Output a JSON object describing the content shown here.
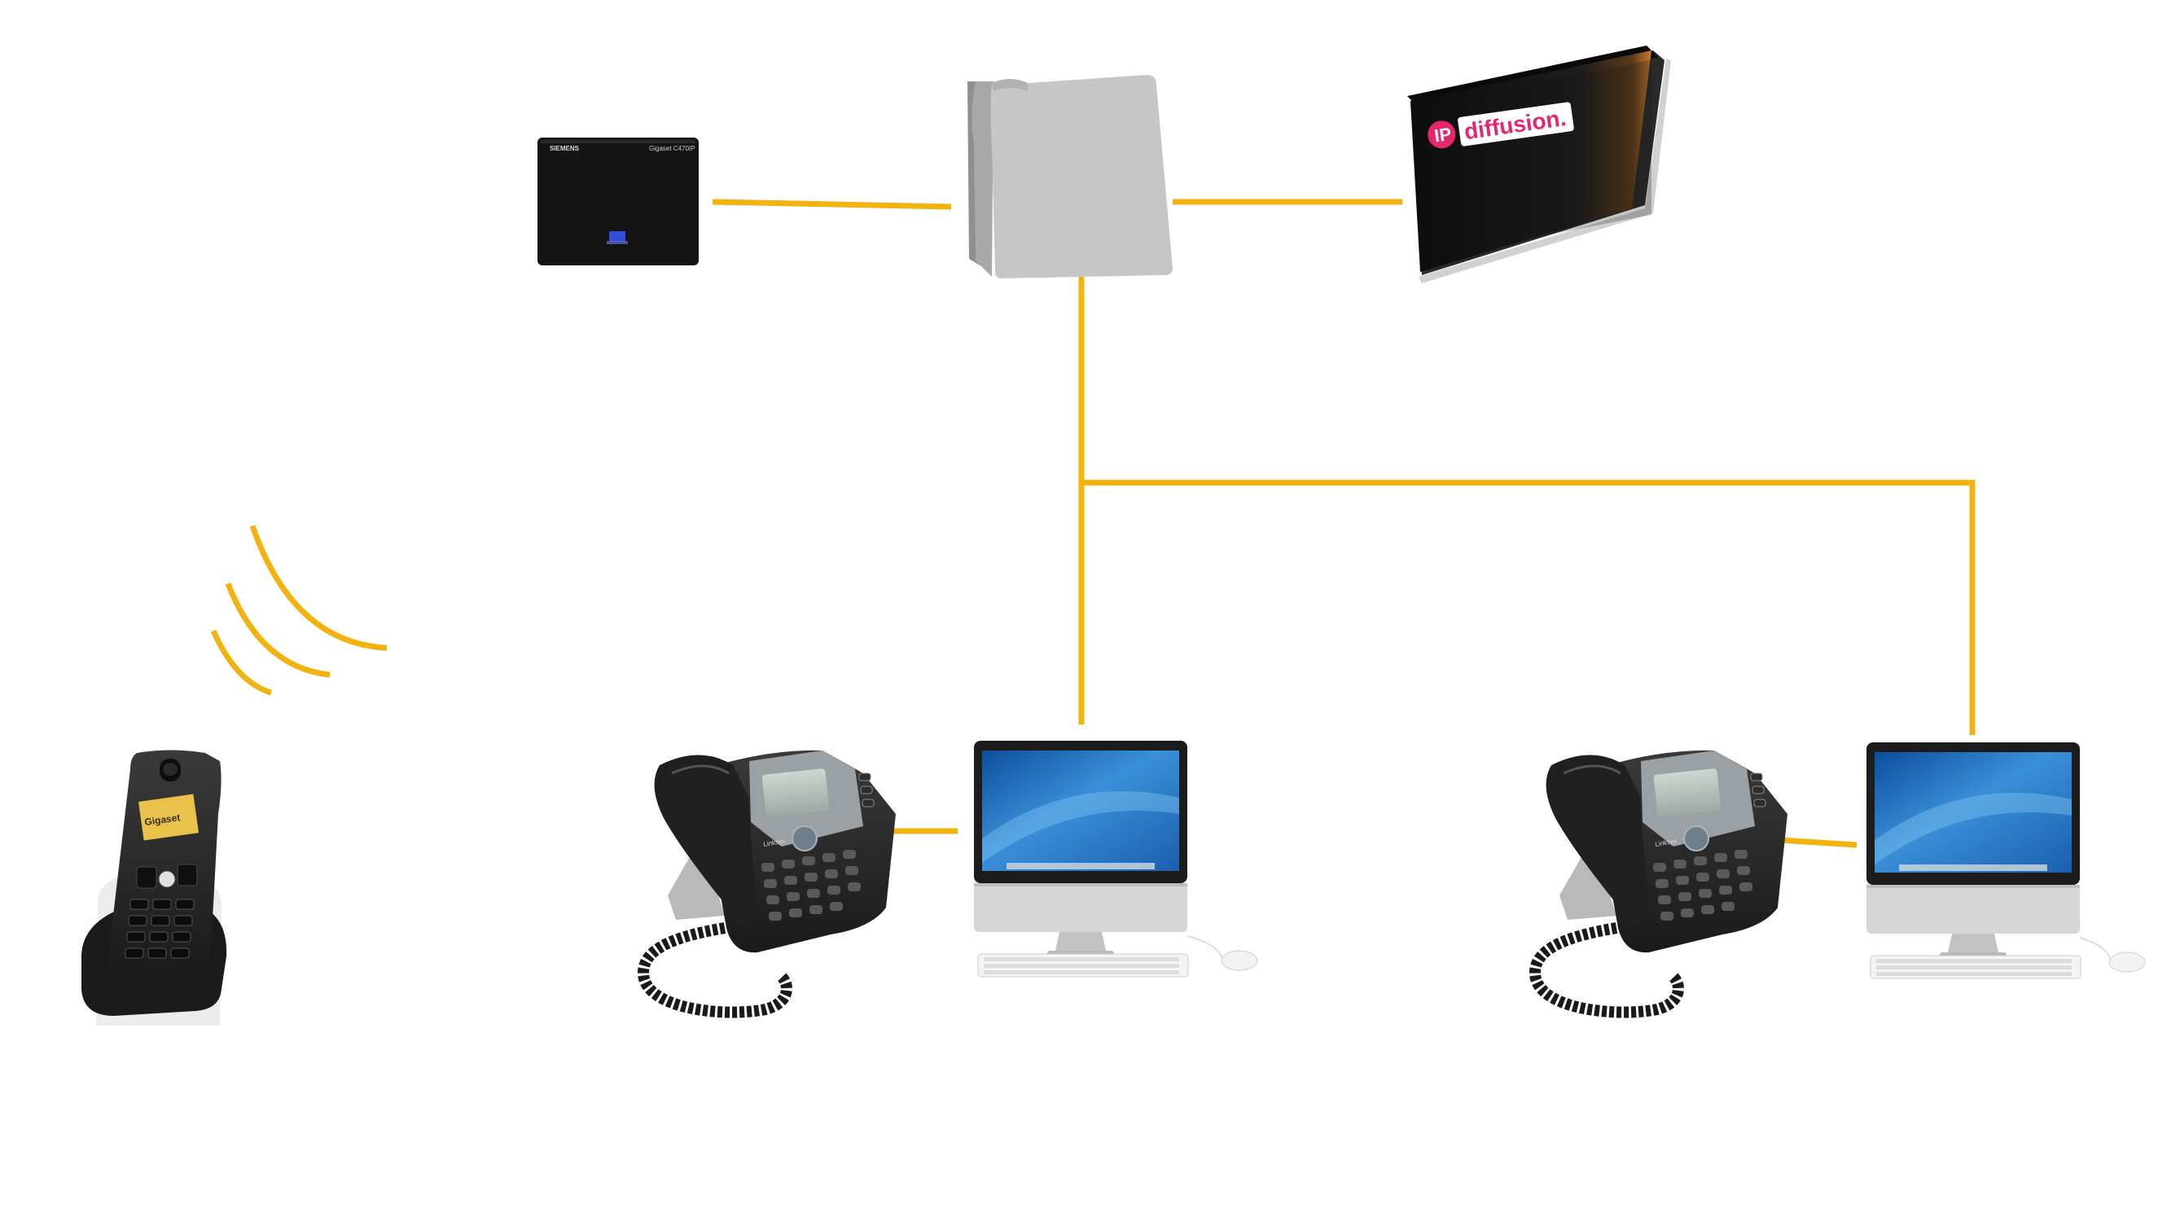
{
  "colors": {
    "link": "#f2b20f",
    "background": "#ffffff",
    "device_dark": "#161616",
    "switch_gray": "#c4c4c4",
    "screen_blue": "#2a78c4",
    "brand_pink": "#e6266f"
  },
  "base_station": {
    "brand": "SIEMENS",
    "model": "Gigaset C470IP"
  },
  "router": {
    "logo_mark": "IP",
    "logo_text": "diffusion."
  },
  "handset": {
    "screen_text": "Gigaset"
  },
  "ip_phones": [
    {
      "brand": "Linksys"
    },
    {
      "brand": "Linksys"
    }
  ]
}
